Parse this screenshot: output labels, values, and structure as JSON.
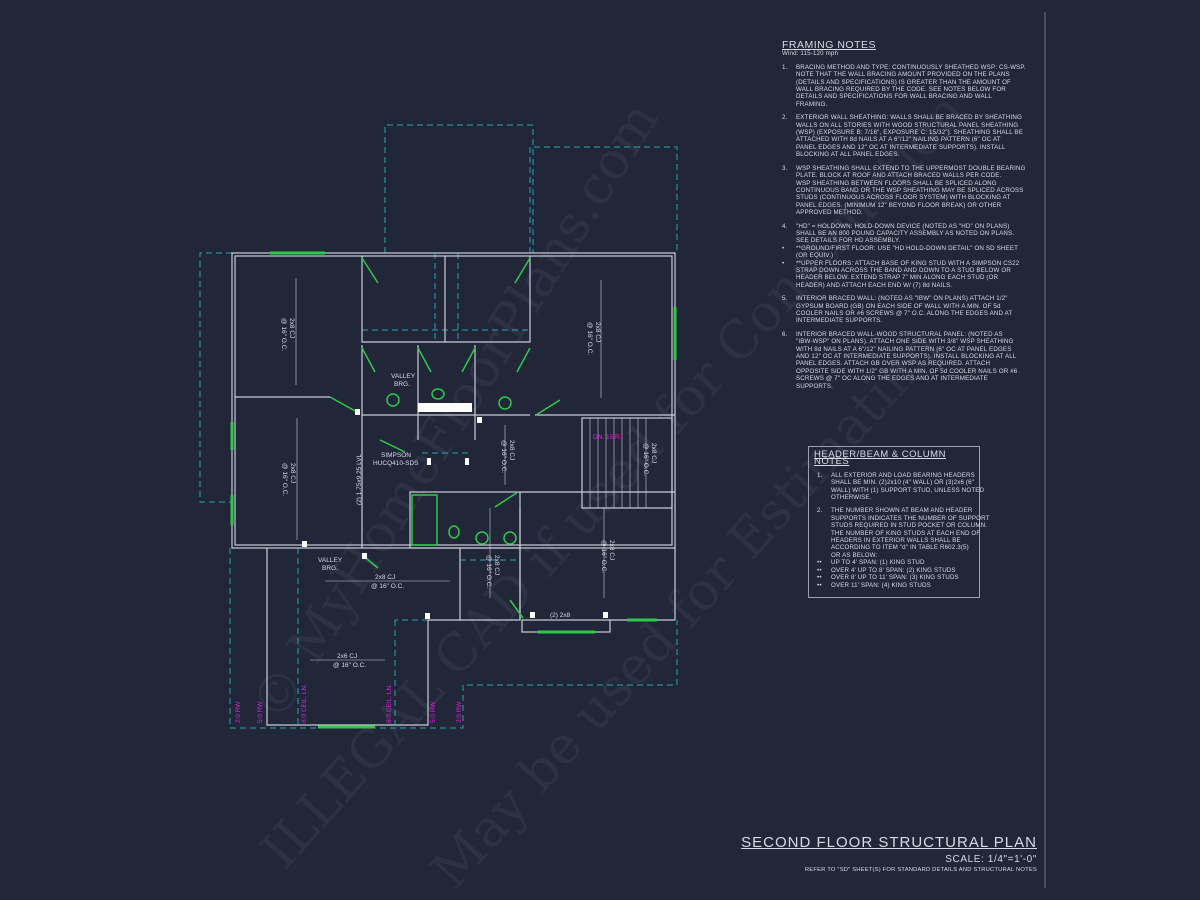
{
  "framing_notes": {
    "title": "FRAMING NOTES",
    "subtitle": "Wind: 115-120 mph",
    "items": [
      {
        "num": "1.",
        "lines": [
          "BRACING METHOD AND TYPE: CONTINUOUSLY SHEATHED WSP: CS-WSP.",
          "NOTE THAT THE WALL BRACING AMOUNT PROVIDED ON THE PLANS",
          "(DETAILS AND SPECIFICATIONS) IS GREATER THAN THE AMOUNT OF",
          "WALL BRACING REQUIRED BY THE CODE. SEE NOTES BELOW FOR",
          "DETAILS AND SPECIFICATIONS FOR WALL BRACING AND WALL",
          "FRAMING."
        ]
      },
      {
        "num": "2.",
        "lines": [
          "EXTERIOR WALL SHEATHING: WALLS SHALL BE BRACED BY SHEATHING",
          "WALLS ON ALL STORIES WITH WOOD STRUCTURAL PANEL SHEATHING",
          "(WSP) (EXPOSURE B: 7/16\", EXPOSURE C: 15/32\"). SHEATHING SHALL BE",
          "ATTACHED WITH 8d NAILS AT A 6\"/12\" NAILING PATTERN (6\" OC AT",
          "PANEL EDGES AND 12\" OC AT INTERMEDIATE SUPPORTS). INSTALL",
          "BLOCKING AT ALL PANEL EDGES."
        ]
      },
      {
        "num": "3.",
        "lines": [
          "WSP SHEATHING SHALL EXTEND TO THE UPPERMOST DOUBLE BEARING",
          "PLATE. BLOCK AT ROOF AND ATTACH BRACED WALLS PER CODE.",
          "WSP SHEATHING BETWEEN FLOORS SHALL BE SPLICED ALONG",
          "CONTINUOUS BAND OR THE WSP SHEATHING MAY BE SPLICED ACROSS",
          "STUDS (CONTINUOUS ACROSS FLOOR SYSTEM) WITH BLOCKING AT",
          "PANEL EDGES. (MINIMUM 12\" BEYOND FLOOR BREAK) OR OTHER",
          "APPROVED METHOD."
        ]
      },
      {
        "num": "4.",
        "lines": [
          "\"HD\" = HOLDOWN: HOLD-DOWN DEVICE (NOTED AS \"HD\" ON PLANS)",
          "SHALL BE AN 800 POUND CAPACITY ASSEMBLY AS NOTED ON PLANS.",
          "SEE DETAILS FOR HD ASSEMBLY."
        ],
        "bullets": [
          {
            "mark": "•",
            "lines": [
              "**GROUND/FIRST FLOOR: USE \"HD HOLD-DOWN DETAIL\" ON SD SHEET",
              "(OR EQUIV.)"
            ]
          },
          {
            "mark": "•",
            "lines": [
              "**UPPER FLOORS: ATTACH BASE OF KING STUD WITH A SIMPSON CS22",
              "STRAP DOWN ACROSS THE BAND AND DOWN TO A STUD BELOW OR",
              "HEADER BELOW.  EXTEND STRAP 7\" MIN ALONG EACH STUD (OR",
              "HEADER) AND ATTACH EACH END W/ (7) 8d NAILS."
            ]
          }
        ]
      },
      {
        "num": "5.",
        "lines": [
          "INTERIOR BRACED WALL: (NOTED AS \"IBW\" ON PLANS) ATTACH 1/2\"",
          "GYPSUM BOARD (GB) ON EACH SIDE OF WALL WITH A MIN. OF 5d",
          "COOLER NAILS OR #6 SCREWS @ 7\" O.C. ALONG THE EDGES AND AT",
          "INTERMEDIATE SUPPORTS."
        ]
      },
      {
        "num": "6.",
        "lines": [
          "INTERIOR BRACED WALL-WOOD STRUCTURAL PANEL: (NOTED AS",
          "\"IBW-WSP\" ON PLANS). ATTACH ONE SIDE WITH 3/8\" WSP SHEATHING",
          "WITH 8d NAILS AT A 6\"/12\" NAILING PATTERN (6\" OC AT PANEL EDGES",
          "AND 12\" OC AT INTERMEDIATE SUPPORTS). INSTALL BLOCKING AT ALL",
          "PANEL EDGES. ATTACH GB OVER WSP AS REQUIRED. ATTACH",
          "OPPOSITE SIDE WITH 1/2\" GB WITH A MIN. OF 5d COOLER NAILS OR #6",
          "SCREWS @ 7\" OC ALONG THE EDGES AND AT INTERMEDIATE",
          "SUPPORTS."
        ]
      }
    ]
  },
  "header_notes": {
    "title": "HEADER/BEAM & COLUMN NOTES",
    "items": [
      {
        "num": "1.",
        "lines": [
          "ALL EXTERIOR AND LOAD BEARING HEADERS",
          "SHALL BE MIN. (2)2x10 (4\" WALL) OR (3)2x6 (6\"",
          "WALL) WITH (1) SUPPORT STUD, UNLESS NOTED",
          "OTHERWISE."
        ]
      },
      {
        "num": "2.",
        "lines": [
          "THE NUMBER SHOWN AT BEAM AND HEADER",
          "SUPPORTS INDICATES THE NUMBER OF SUPPORT",
          "STUDS REQUIRED IN STUD POCKET OR COLUMN.",
          "THE NUMBER OF KING STUDS AT EACH END OF",
          "HEADERS IN EXTERIOR WALLS SHALL BE",
          "ACCORDING TO ITEM \"d\" IN TABLE R602.3(5)",
          "OR AS BELOW:"
        ],
        "bullets": [
          {
            "mark": "••",
            "lines": [
              "UP TO 4' SPAN: (1) KING STUD"
            ]
          },
          {
            "mark": "••",
            "lines": [
              "OVER 4' UP TO 8' SPAN: (2) KING STUDS"
            ]
          },
          {
            "mark": "••",
            "lines": [
              "OVER 8' UP TO 11' SPAN: (3) KING STUDS"
            ]
          },
          {
            "mark": "••",
            "lines": [
              "OVER 11' SPAN: (4) KING STUDS"
            ]
          }
        ]
      }
    ]
  },
  "sheet": {
    "title": "SECOND FLOOR STRUCTURAL PLAN",
    "scale": "SCALE: 1/4\"=1'-0\"",
    "refer": "REFER TO \"SD\" SHEET(S) FOR STANDARD DETAILS AND STRUCTURAL NOTES"
  },
  "plan": {
    "cj_2x8": "2x8 CJ",
    "cj_2x6": "2x6 CJ",
    "spacing": "@ 16\" O.C.",
    "valley_1": "VALLEY",
    "valley_2": "BRG.",
    "simpson_1": "SIMPSON",
    "simpson_2": "HUCQ410-SDS",
    "lvl": "(2) 1.75x9.25 LVL",
    "stair": "DN. 15 R.",
    "header_2x8": "(2) 2x8",
    "rw_2": "2:0 RW",
    "rw_5": "5:0 RW",
    "ceil": "6:0 CEIL. LN."
  },
  "watermark": [
    "© MyHomeFloorPlans.com",
    "ILLEGAL CAD if used for Construction",
    "May be used for Estimating"
  ],
  "colors": {
    "background": "#222639",
    "wall": "#c8ccd8",
    "dashed": "#2aa6b0",
    "window": "#2fc94a",
    "magenta": "#e020e0"
  }
}
